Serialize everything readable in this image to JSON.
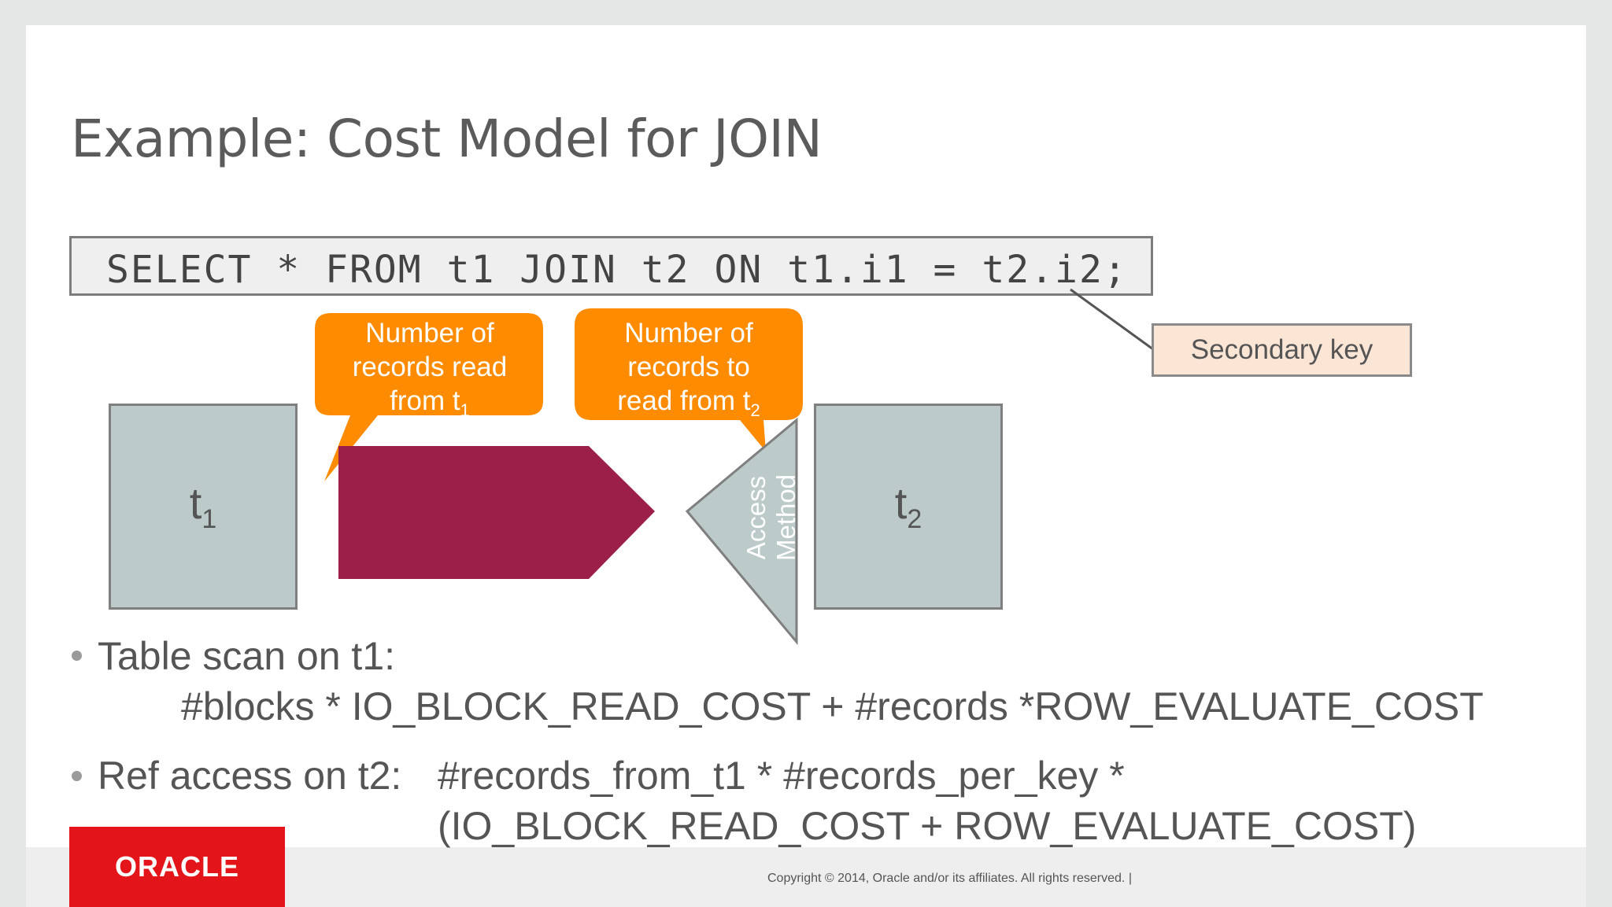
{
  "slide": {
    "title": "Example: Cost Model for JOIN",
    "sql": "SELECT * FROM t1 JOIN t2 ON t1.i1 = t2.i2;",
    "secondary_key_label": "Secondary key",
    "callout_left": {
      "line1": "Number of",
      "line2": "records read",
      "line3": "from t",
      "subscript": "1"
    },
    "callout_right": {
      "line1": "Number of",
      "line2": "records to",
      "line3": "read from t",
      "subscript": "2"
    },
    "table_t1": {
      "letter": "t",
      "subscript": "1"
    },
    "table_t2": {
      "letter": "t",
      "subscript": "2"
    },
    "access_method": {
      "line1": "Access",
      "line2": "Method"
    },
    "bullets": [
      {
        "head": "Table scan on t1:",
        "formula": "#blocks * IO_BLOCK_READ_COST + #records *ROW_EVALUATE_COST"
      },
      {
        "head": "Ref access on t2:",
        "formula_line1": "#records_from_t1 *  #records_per_key *",
        "formula_line2": "(IO_BLOCK_READ_COST + ROW_EVALUATE_COST)"
      }
    ],
    "footer": {
      "logo": "ORACLE",
      "copyright": "Copyright © 2014, Oracle and/or its affiliates. All rights reserved.  |"
    }
  },
  "colors": {
    "callout_orange": "#ff8c00",
    "arrow_maroon": "#9c1f4a",
    "table_fill": "#bccaca",
    "secondary_key_fill": "#fbe5d5",
    "oracle_red": "#e3151b"
  }
}
